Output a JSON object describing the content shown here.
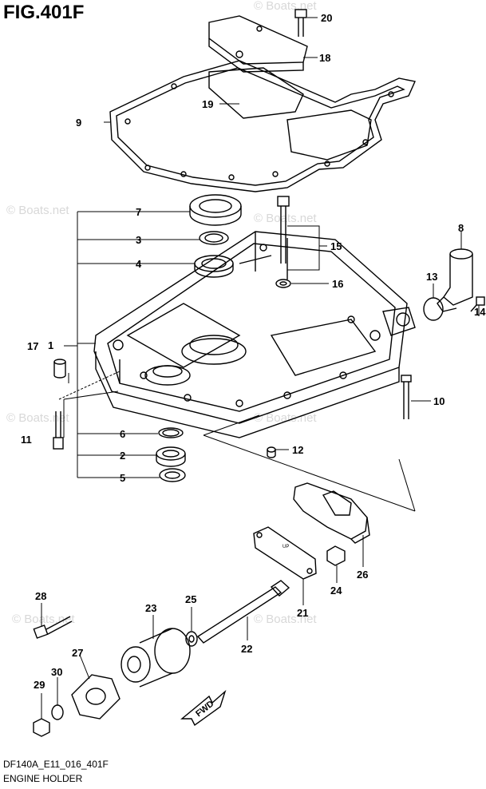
{
  "figure_title": "FIG.401F",
  "drawing_code": "DF140A_E11_016_401F",
  "caption": "ENGINE HOLDER",
  "watermark": "© Boats.net",
  "direction_arrow": "FWD",
  "callouts": [
    "1",
    "2",
    "3",
    "4",
    "5",
    "6",
    "7",
    "8",
    "9",
    "10",
    "11",
    "12",
    "13",
    "14",
    "15",
    "16",
    "17",
    "18",
    "19",
    "20",
    "21",
    "22",
    "23",
    "24",
    "25",
    "26",
    "27",
    "28",
    "29",
    "30"
  ],
  "colors": {
    "line": "#000000",
    "watermark": "#d8d8d8",
    "background": "#ffffff"
  }
}
